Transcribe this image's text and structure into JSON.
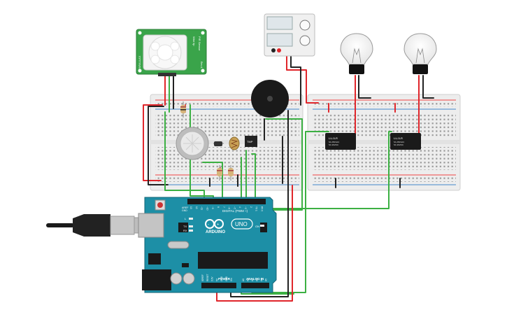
{
  "pir": {
    "top_text": "PIR Sensor",
    "side_text_right": "Wire tip",
    "side_text_left": "PARALLAX",
    "side_text_small": "Rev A"
  },
  "relay1": {
    "title": "LU-5-R",
    "line1": "5A 250VAC",
    "line2": "5A 30VDC"
  },
  "relay2": {
    "title": "LU-5-R",
    "line1": "5A 250VAC",
    "line2": "5A 30VDC"
  },
  "temp_sensor_label": "TMP",
  "arduino": {
    "brand": "ARDUINO",
    "model": "UNO",
    "digital_label": "DIGITAL (PWM ~)",
    "power_label": "POWER",
    "analog_label": "ANALOG IN",
    "aref": "AREF",
    "gnd": "GND",
    "tx": "TX",
    "rx": "RX",
    "l": "L",
    "on": "ON",
    "digital_pins": [
      "13",
      "12",
      "~11",
      "~10",
      "~9",
      "8",
      "7",
      "~6",
      "~5",
      "4",
      "~3",
      "2",
      "TX 1",
      "RX 0"
    ],
    "power_pins": [
      "IOREF",
      "RESET",
      "3.3V",
      "5V",
      "GND",
      "GND",
      "Vin"
    ],
    "analog_pins": [
      "A0",
      "A1",
      "A2",
      "A3",
      "A4",
      "A5"
    ]
  },
  "colors": {
    "wire_red": "#e0262b",
    "wire_green": "#3cb043",
    "wire_black": "#222222",
    "board_teal": "#1d8fa6",
    "pcb_green": "#2e9d4a",
    "breadboard": "#ececec",
    "rail_red": "#e44",
    "rail_blue": "#48c"
  }
}
